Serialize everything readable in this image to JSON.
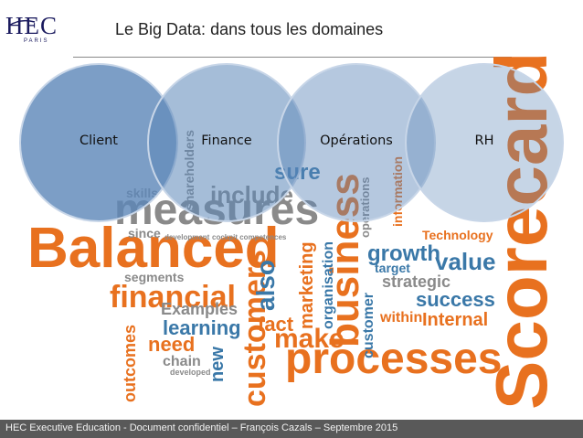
{
  "header": {
    "logo_text": "HEC",
    "logo_subtext": "PARIS",
    "title": "Le Big Data: dans tous les domaines"
  },
  "domains": [
    {
      "label": "Client"
    },
    {
      "label": "Finance"
    },
    {
      "label": "Opérations"
    },
    {
      "label": "RH"
    }
  ],
  "word_cloud": {
    "words": [
      "Balanced",
      "Scorecard",
      "measures",
      "processes",
      "business",
      "customers",
      "financial",
      "growth",
      "value",
      "success",
      "include",
      "sure",
      "make",
      "fact",
      "learning",
      "Examples",
      "need",
      "chain",
      "outcomes",
      "new",
      "Internal",
      "strategic",
      "target",
      "Technology",
      "segments",
      "since",
      "also",
      "marketing",
      "organisation",
      "customer",
      "operations",
      "within",
      "information",
      "skills",
      "shareholders",
      "development",
      "cockpit competences",
      "developed"
    ]
  },
  "footer": {
    "text": "HEC Executive Education - Document confidentiel –  François Cazals – Septembre 2015"
  },
  "colors": {
    "orange": "#e8711f",
    "blue": "#3a78a8",
    "grey": "#7a7a7a",
    "circle_fill": "#5b86b8",
    "footer_bg": "#595959"
  }
}
